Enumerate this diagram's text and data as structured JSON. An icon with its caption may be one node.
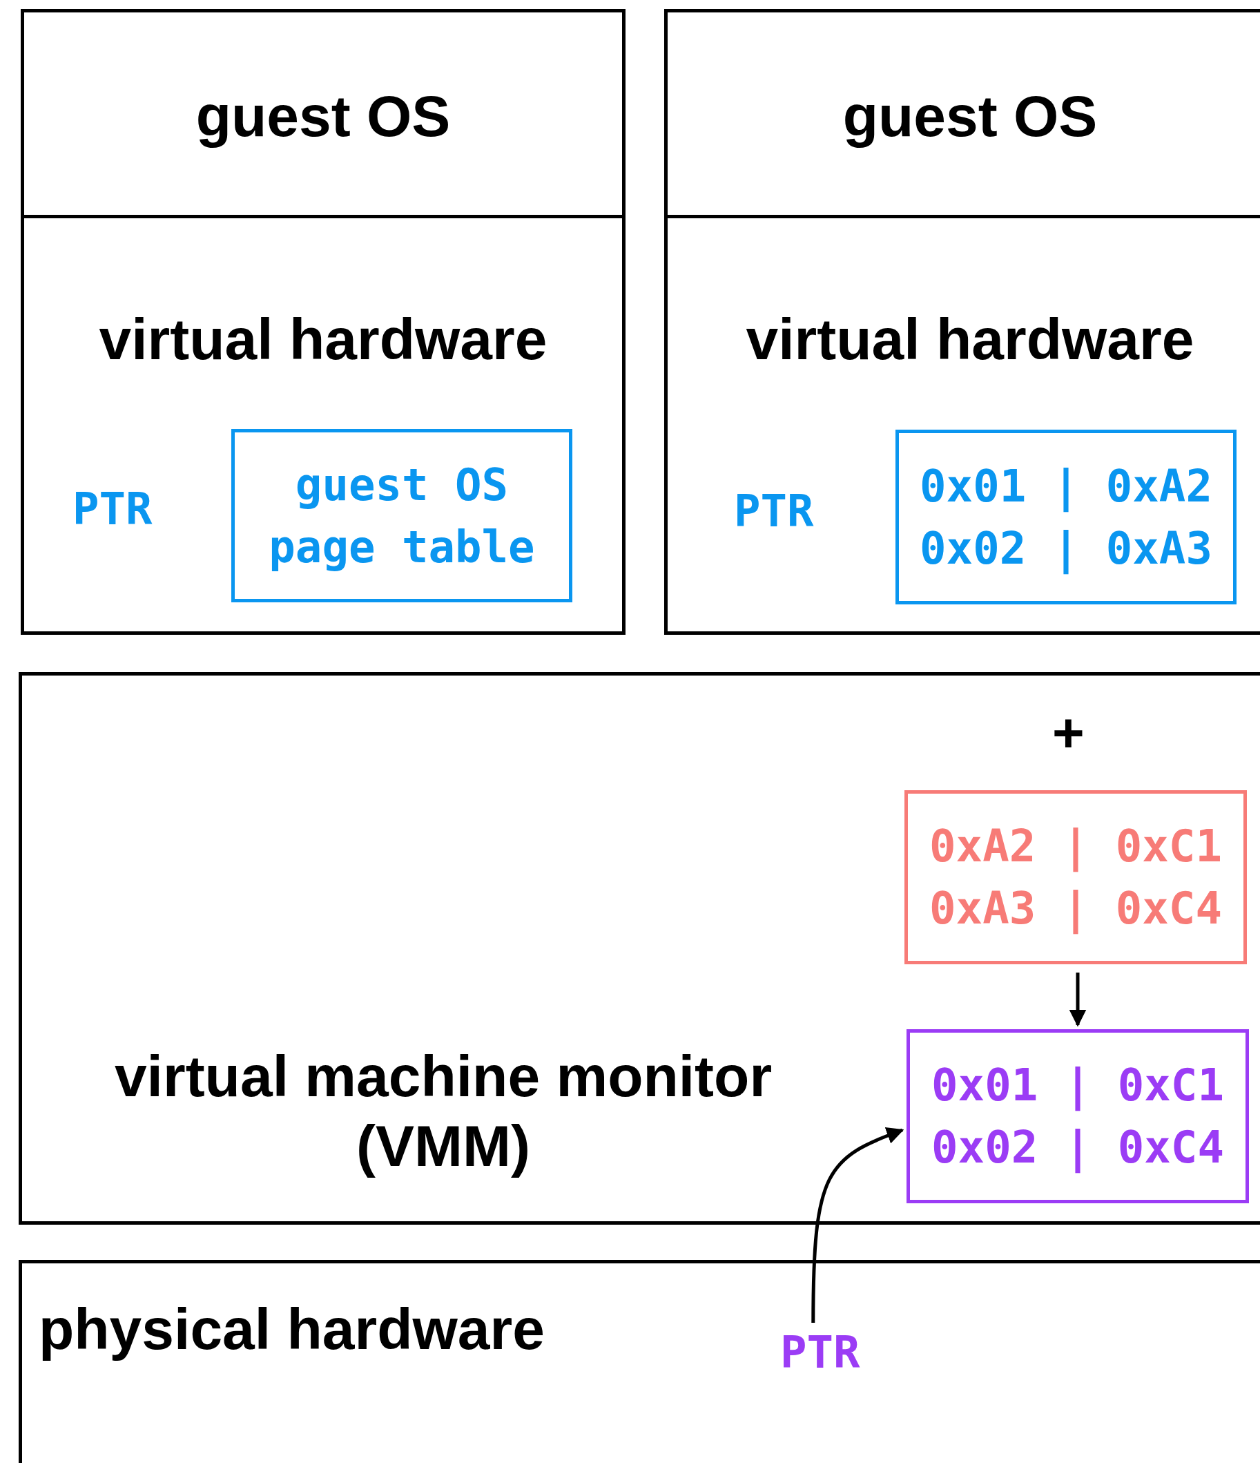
{
  "diagram": {
    "nodes": [
      {
        "text": [
          "guest OS"
        ]
      },
      {
        "text": [
          "virtual hardware"
        ]
      },
      {
        "text": [
          "guest OS page table"
        ],
        "in": 1
      },
      {
        "text": [
          "guest OS"
        ]
      },
      {
        "text": [
          "virtual hardware"
        ]
      },
      {
        "text": [
          "0x01 | 0xA2 0x02 | 0xA3"
        ],
        "in": 4
      },
      {
        "text": [
          "virtual machine monitor (VMM)"
        ]
      },
      {
        "text": [
          "0xA2 | 0xC1 0xA3 | 0xC4"
        ],
        "in": 6
      },
      {
        "text": [
          "0x01 | 0xC1 0x02 | 0xC4"
        ],
        "in": 6
      },
      {
        "text": [
          "physical hardware"
        ]
      },
      {
        "text": [
          "PTR"
        ],
        "in": 9
      }
    ],
    "edges": [
      {
        "from": 7,
        "to": 8,
        "arrow": "to"
      },
      {
        "from": 10,
        "to": 8,
        "arrow": "to"
      }
    ],
    "labels": [
      "PTR",
      "PTR",
      "+"
    ]
  }
}
